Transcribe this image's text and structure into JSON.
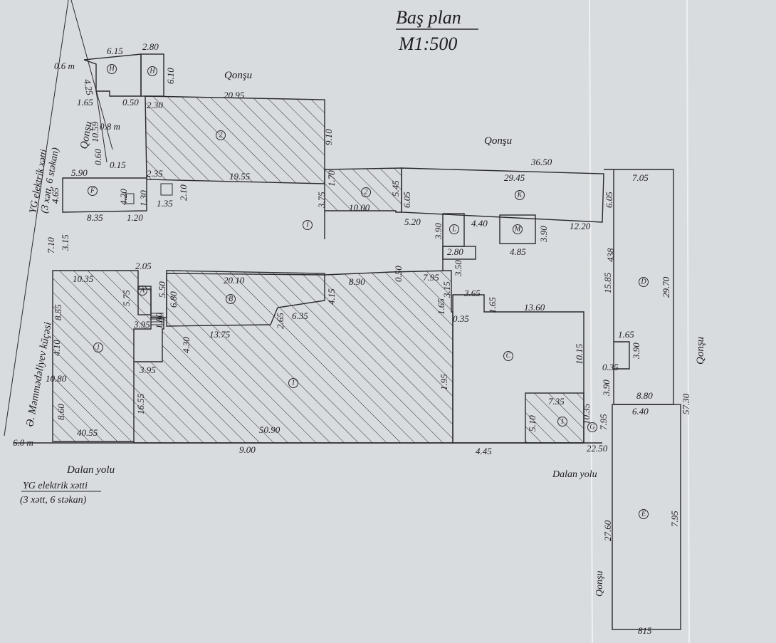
{
  "title": "Baş plan",
  "scale": "M1:500",
  "labels": {
    "neighbor": "Qonşu",
    "dead_end": "Dalan yolu",
    "dead_end_short": "Dalan yolu",
    "street": "Ə. Məmmədəliyev küçəsi",
    "power_line": "YG elektrik xətti",
    "power_line_detail": "(3 xətt, 6 stəkan)",
    "offset_top": "0.6 m",
    "offset_mid": "0.8 m",
    "offset_bottom": "6.0 m"
  },
  "markers": [
    "H",
    "H",
    "2",
    "2",
    "K",
    "F",
    "L",
    "M",
    "I",
    "A",
    "B",
    "1",
    "1",
    "C",
    "1",
    "D",
    "E",
    "G"
  ],
  "dimensions": [
    "6.15",
    "2.80",
    "4.25",
    "6.10",
    "1.65",
    "0.50",
    "2.30",
    "20.95",
    "10.59",
    "9.10",
    "0.60",
    "0.15",
    "5.90",
    "2.35",
    "19.55",
    "1.70",
    "36.50",
    "29.45",
    "7.05",
    "4.65",
    "4.20",
    "1.30",
    "2.10",
    "3.75",
    "5.45",
    "6.05",
    "10.00",
    "6.05",
    "8.35",
    "1.20",
    "1.35",
    "5.20",
    "4.40",
    "3.90",
    "12.20",
    "7.10",
    "3.15",
    "2.80",
    "4.85",
    "3.90",
    "438",
    "15.85",
    "10.35",
    "2.05",
    "20.10",
    "8.90",
    "0.50",
    "7.95",
    "3.50",
    "29.70",
    "5.75",
    "5.50",
    "6.80",
    "4.15",
    "1.65",
    "3.15",
    "3.65",
    "8.55",
    "3.95",
    "1.80",
    "13.75",
    "2.65",
    "6.35",
    "1.65",
    "0.35",
    "13.60",
    "4.10",
    "4.30",
    "3.95",
    "10.15",
    "1.65",
    "3.90",
    "0.35",
    "10.80",
    "16.55",
    "1.95",
    "3.90",
    "8.80",
    "8.60",
    "7.35",
    "57.30",
    "6.40",
    "5.10",
    "7.95",
    "10.35",
    "40.55",
    "50.90",
    "9.00",
    "4.45",
    "22.50",
    "27.60",
    "7.95",
    "815"
  ]
}
